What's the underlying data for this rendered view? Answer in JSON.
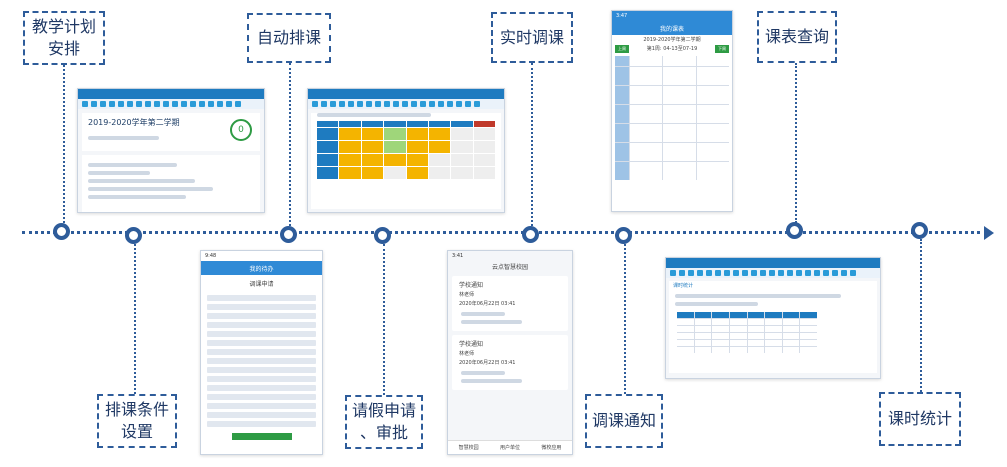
{
  "steps": [
    {
      "label": "教学计划\n安排"
    },
    {
      "label": "排课条件\n设置"
    },
    {
      "label": "自动排课"
    },
    {
      "label": "请假申请\n、审批"
    },
    {
      "label": "实时调课"
    },
    {
      "label": "调课通知"
    },
    {
      "label": "课表查询"
    },
    {
      "label": "课时统计"
    }
  ],
  "shots": {
    "plan": {
      "title": "2019-2020学年第二学期",
      "badge": "0"
    },
    "leave": {
      "time": "9:48",
      "title": "我的待办",
      "form_title": "调课申请"
    },
    "notice": {
      "time": "3:41",
      "app": "云点智慧校园",
      "item1_title": "学校通知",
      "item2_title": "学校通知",
      "teacher": "林老师",
      "date": "2020年06月22日 03:41",
      "tab1": "智慧校园",
      "tab2": "用户单位",
      "tab3": "微校应用"
    },
    "timetable": {
      "time": "3:47",
      "title": "我的课表",
      "term": "2019-2020学年第二学期",
      "week": "第1周: 04-13至07-19",
      "prev": "上周",
      "next": "下周"
    },
    "stats": {
      "tab": "课时统计"
    }
  }
}
